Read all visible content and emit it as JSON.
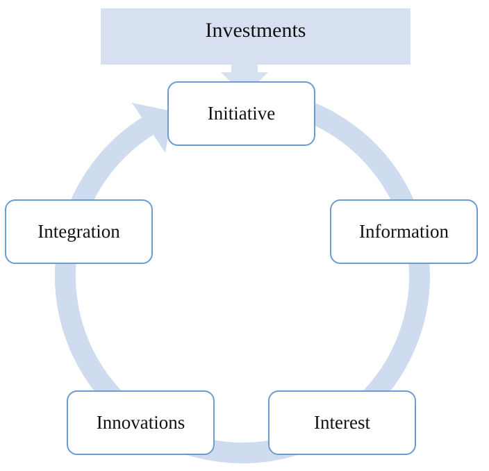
{
  "source": {
    "label": "Investments"
  },
  "cycle": [
    {
      "label": "Initiative"
    },
    {
      "label": "Information"
    },
    {
      "label": "Interest"
    },
    {
      "label": "Innovations"
    },
    {
      "label": "Integration"
    }
  ],
  "colors": {
    "arrow": "#cfdbee",
    "box_border": "#6b9bd0",
    "source_fill": "#d6e0f1"
  }
}
